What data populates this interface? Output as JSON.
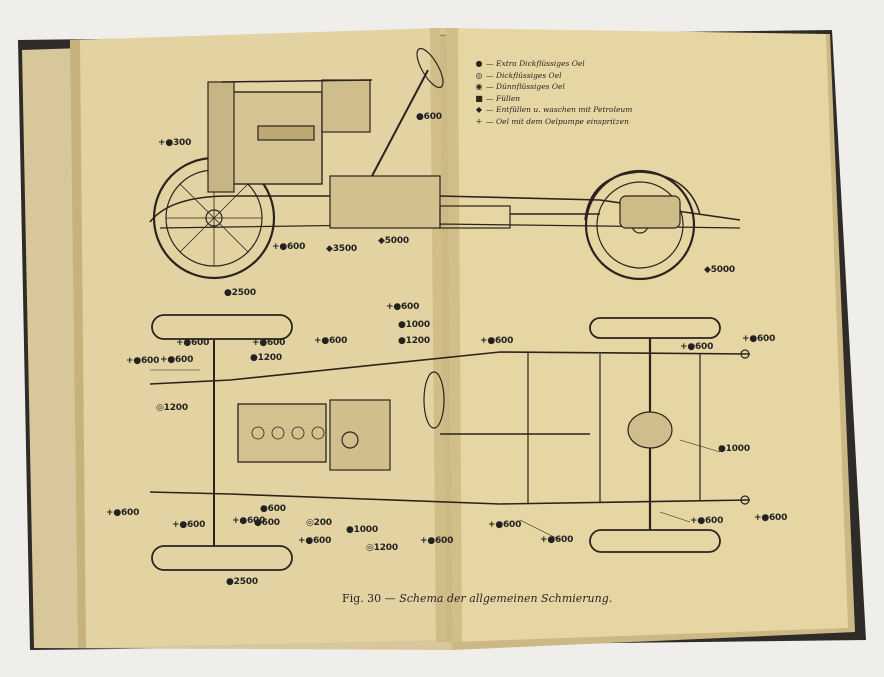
{
  "legend": [
    {
      "icon": "filled-dot-icon",
      "symbol": "●",
      "text": "Extra Dickflüssiges Oel"
    },
    {
      "icon": "double-ring-icon",
      "symbol": "◎",
      "text": "Dickflüssiges Oel"
    },
    {
      "icon": "ring-dot-icon",
      "symbol": "◉",
      "text": "Dünnflüssiges Oel"
    },
    {
      "icon": "square-icon",
      "symbol": "■",
      "text": "Füllen"
    },
    {
      "icon": "diamond-icon",
      "symbol": "◆",
      "text": "Entfüllen u. waschen mit Petroleum"
    },
    {
      "icon": "plus-icon",
      "symbol": "+",
      "text": "Oel mit dem Oelpumpe einspritzen"
    }
  ],
  "side_view_labels": [
    "+●300",
    "●600",
    "+●600",
    "◆3500",
    "◆5000",
    "◆5000"
  ],
  "plan_view_labels": [
    "●2500",
    "+●600",
    "+●600",
    "+●600",
    "+●600",
    "●1200",
    "+●600",
    "●1000",
    "●1200",
    "◎1200",
    "+●600",
    "+●600",
    "+●600",
    "+●600",
    "●1000",
    "+●600",
    "+●600",
    "●600",
    "+●600",
    "●600",
    "+●600",
    "◎200",
    "●1000",
    "◎1200",
    "●2500",
    "+●600",
    "+●600",
    "+●600",
    "+●600",
    "+●600"
  ],
  "caption": {
    "number": "Fig. 30 —",
    "title": "Schema der allgemeinen Schmierung."
  }
}
